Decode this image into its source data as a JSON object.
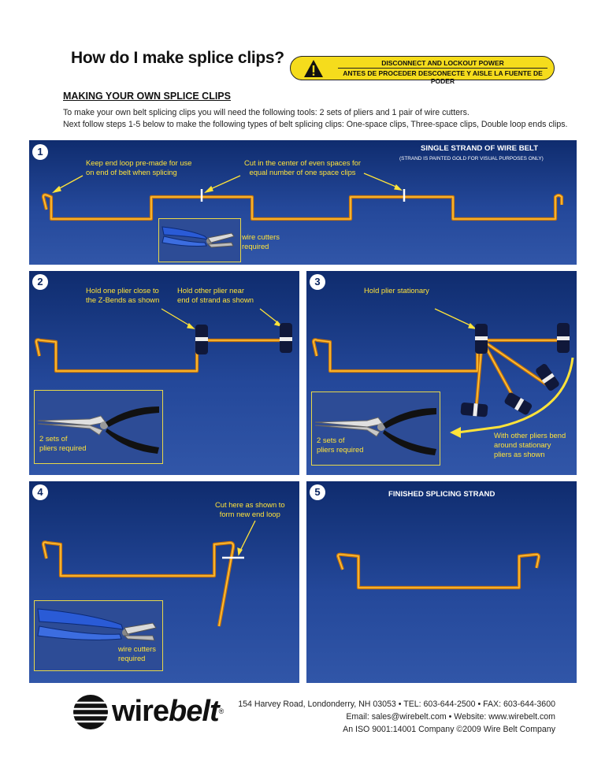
{
  "title": "How do I make splice clips?",
  "warning": {
    "line1": "DISCONNECT AND LOCKOUT POWER",
    "line2": "ANTES DE PROCEDER DESCONECTE Y AISLE LA FUENTE DE PODER",
    "icon": "warning-triangle-icon"
  },
  "section_title": "MAKING YOUR OWN SPLICE CLIPS",
  "intro": [
    "To make your own belt splicing clips you will need the following tools: 2 sets of pliers and 1 pair of wire cutters.",
    "Next follow steps 1-5 below to make the following types of belt splicing clips: One-space clips, Three-space clips, Double loop ends clips."
  ],
  "steps": {
    "s1": {
      "number": "1",
      "heading": "SINGLE STRAND OF WIRE BELT",
      "subheading": "(STRAND IS PAINTED GOLD FOR VISUAL PURPOSES ONLY)",
      "callout_left": [
        "Keep end loop pre-made for use",
        "on end of belt when splicing"
      ],
      "callout_center": [
        "Cut in the center of even spaces for",
        "equal number of one space clips"
      ],
      "tool_caption": [
        "wire cutters",
        "required"
      ]
    },
    "s2": {
      "number": "2",
      "callout_left": [
        "Hold one plier close to",
        "the Z-Bends as shown"
      ],
      "callout_right": [
        "Hold other plier near",
        "end of strand as shown"
      ],
      "tool_caption": [
        "2 sets of",
        "pliers required"
      ]
    },
    "s3": {
      "number": "3",
      "callout_top": "Hold plier stationary",
      "callout_bend": [
        "With other pliers bend",
        "around stationary",
        "pliers as shown"
      ],
      "tool_caption": [
        "2 sets of",
        "pliers required"
      ]
    },
    "s4": {
      "number": "4",
      "callout_cut": [
        "Cut here as shown to",
        "form new end loop"
      ],
      "tool_caption": [
        "wire cutters",
        "required"
      ]
    },
    "s5": {
      "number": "5",
      "heading": "FINISHED SPLICING STRAND"
    }
  },
  "footer": {
    "logo_wire": "wire",
    "logo_belt": "belt",
    "logo_reg": "®",
    "address": "154 Harvey Road, Londonderry, NH 03053 • TEL: 603-644-2500 • FAX: 603-644-3600",
    "contact": "Email: sales@wirebelt.com • Website: www.wirebelt.com",
    "company": "An ISO 9001:14001 Company ©2009 Wire Belt Company"
  },
  "colors": {
    "panel_dark": "#0f2c6e",
    "panel_light": "#3156a8",
    "wire_gold": "#f4a21a",
    "callout_yellow": "#ffe33a",
    "warning_yellow": "#f5dc1c"
  }
}
